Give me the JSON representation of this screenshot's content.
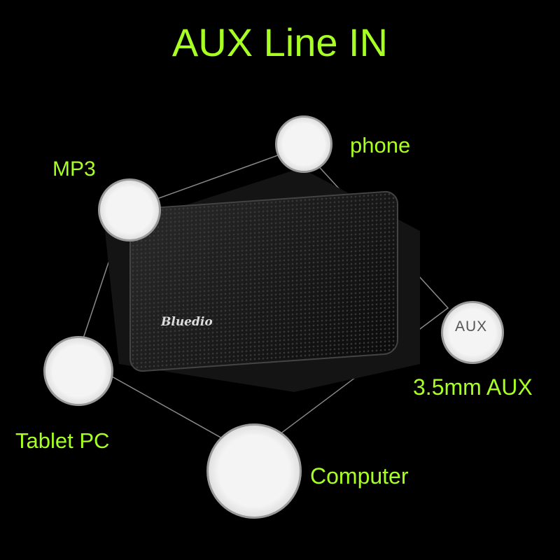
{
  "title": "AUX Line IN",
  "brand": "Bluedio",
  "labels": {
    "phone": "phone",
    "mp3": "MP3",
    "aux_port": "3.5mm AUX",
    "aux_circle": "AUX",
    "tablet": "Tablet PC",
    "computer": "Computer"
  },
  "colors": {
    "label": "#a8ff22",
    "background": "#000000"
  }
}
